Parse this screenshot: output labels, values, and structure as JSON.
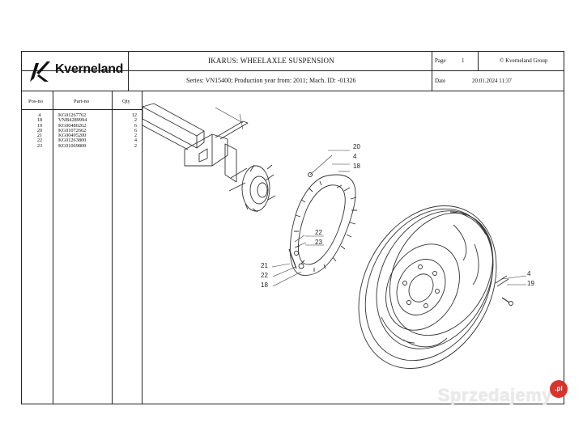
{
  "header": {
    "brand": "Kverneland",
    "title": "IKARUS: WHEELAXLE SUSPENSION",
    "subtitle": "Series: VN15400; Production year from: 2011; Mach. ID: -01326",
    "page_label": "Page",
    "page_value": "1",
    "copyright": "© Kverneland Group",
    "date_label": "Date",
    "date_value": "20.01.2024  11:37"
  },
  "parts_table": {
    "columns": [
      "Pos-no",
      "Part-no",
      "Qty"
    ],
    "rows": [
      {
        "pos": "4",
        "part": "KG01267762",
        "qty": "12"
      },
      {
        "pos": "18",
        "part": "VNB4289994",
        "qty": "2"
      },
      {
        "pos": "19",
        "part": "KG00480262",
        "qty": "6"
      },
      {
        "pos": "20",
        "part": "KG01072662",
        "qty": "6"
      },
      {
        "pos": "21",
        "part": "KG00495200",
        "qty": "2"
      },
      {
        "pos": "22",
        "part": "KG01263800",
        "qty": "4"
      },
      {
        "pos": "23",
        "part": "KG01069800",
        "qty": "2"
      }
    ]
  },
  "callouts": {
    "c20": "20",
    "c4a": "4",
    "c18a": "18",
    "c22a": "22",
    "c23": "23",
    "c21": "21",
    "c22b": "22",
    "c18b": "18",
    "c4b": "4",
    "c19": "19"
  },
  "watermark": {
    "text": "Sprzedajemy",
    "badge": ".pl"
  }
}
